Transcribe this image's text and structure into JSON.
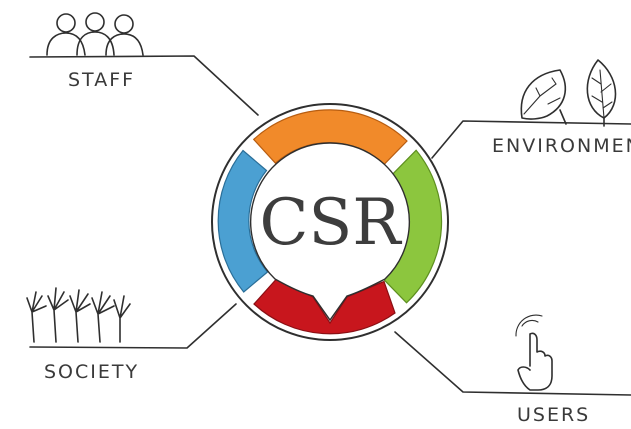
{
  "center": {
    "label": "CSR"
  },
  "ring_colors": {
    "top": "#f18a2a",
    "right": "#8cc63e",
    "bottom": "#c8161d",
    "left": "#4ba0d2"
  },
  "nodes": [
    {
      "id": "staff",
      "label": "STAFF",
      "icon": "people-icon"
    },
    {
      "id": "environment",
      "label": "ENVIRONMEN",
      "icon": "leaves-icon"
    },
    {
      "id": "society",
      "label": "SOCIETY",
      "icon": "raised-hands-icon"
    },
    {
      "id": "users",
      "label": "USERS",
      "icon": "pointing-hand-icon"
    }
  ]
}
